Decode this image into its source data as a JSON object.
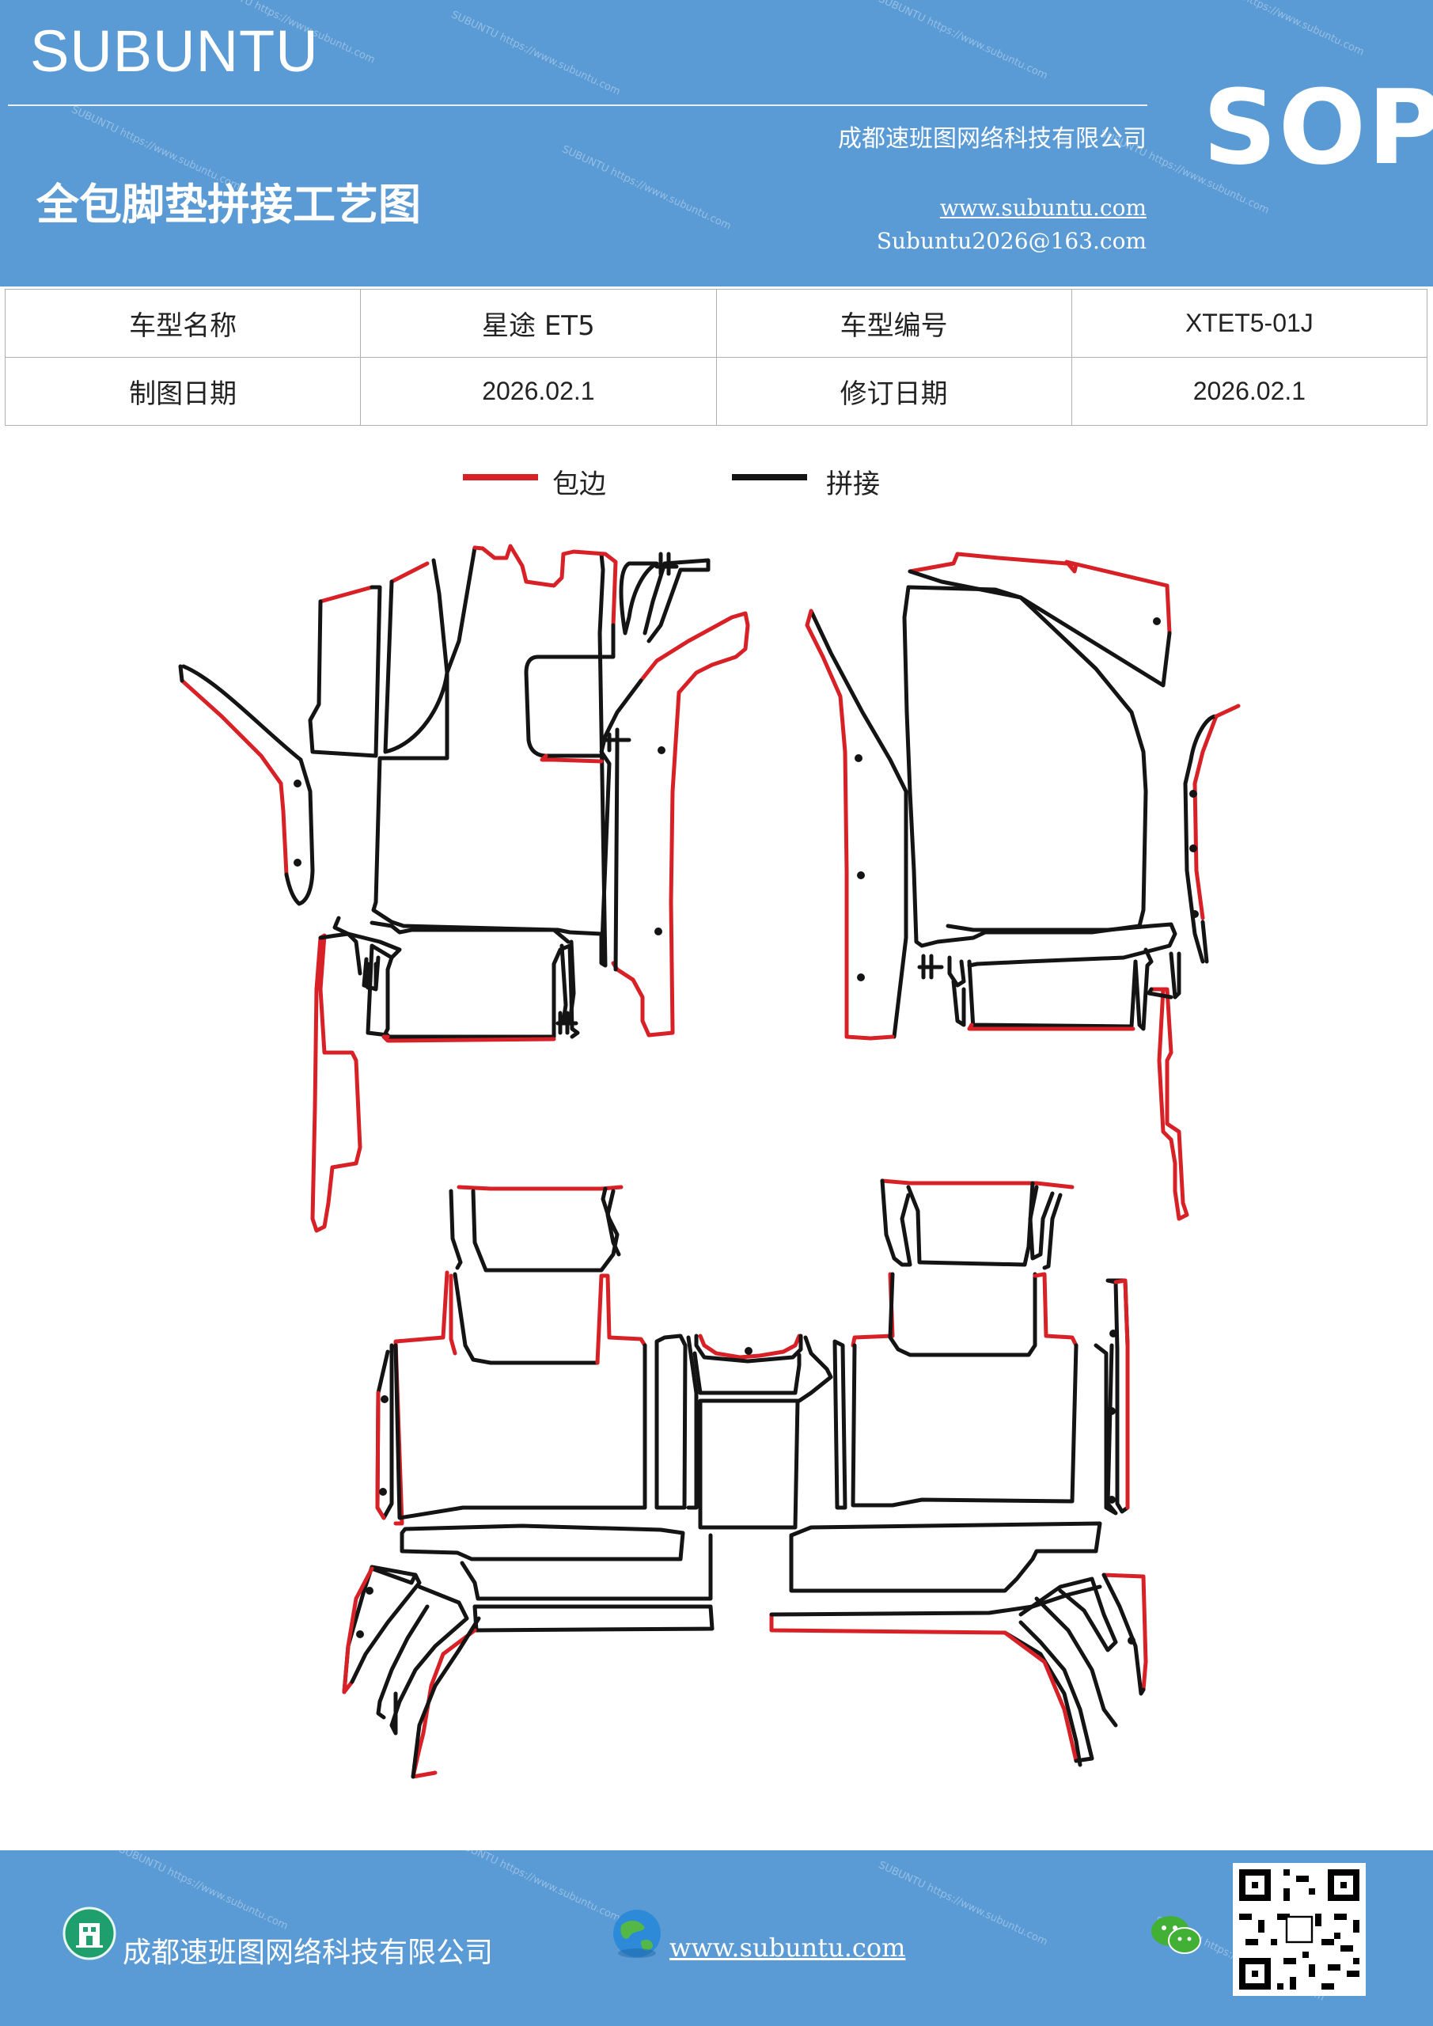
{
  "header": {
    "brand": "SUBUNTU",
    "company": "成都速班图网络科技有限公司",
    "title": "全包脚垫拼接工艺图",
    "website": "www.subuntu.com",
    "email": "Subuntu2026@163.com",
    "badge": "SOP",
    "background_color": "#5b9bd5"
  },
  "info_table": {
    "rows": [
      [
        "车型名称",
        "星途 ET5",
        "车型编号",
        "XTET5-01J"
      ],
      [
        "制图日期",
        "2026.02.1",
        "修订日期",
        "2026.02.1"
      ]
    ]
  },
  "legend": [
    {
      "label": "包边",
      "color": "#d72127"
    },
    {
      "label": "拼接",
      "color": "#141414"
    }
  ],
  "footer": {
    "company": "成都速班图网络科技有限公司",
    "website": "www.subuntu.com",
    "icons": [
      "building-icon",
      "globe-icon",
      "wechat-icon",
      "qr-code"
    ]
  }
}
